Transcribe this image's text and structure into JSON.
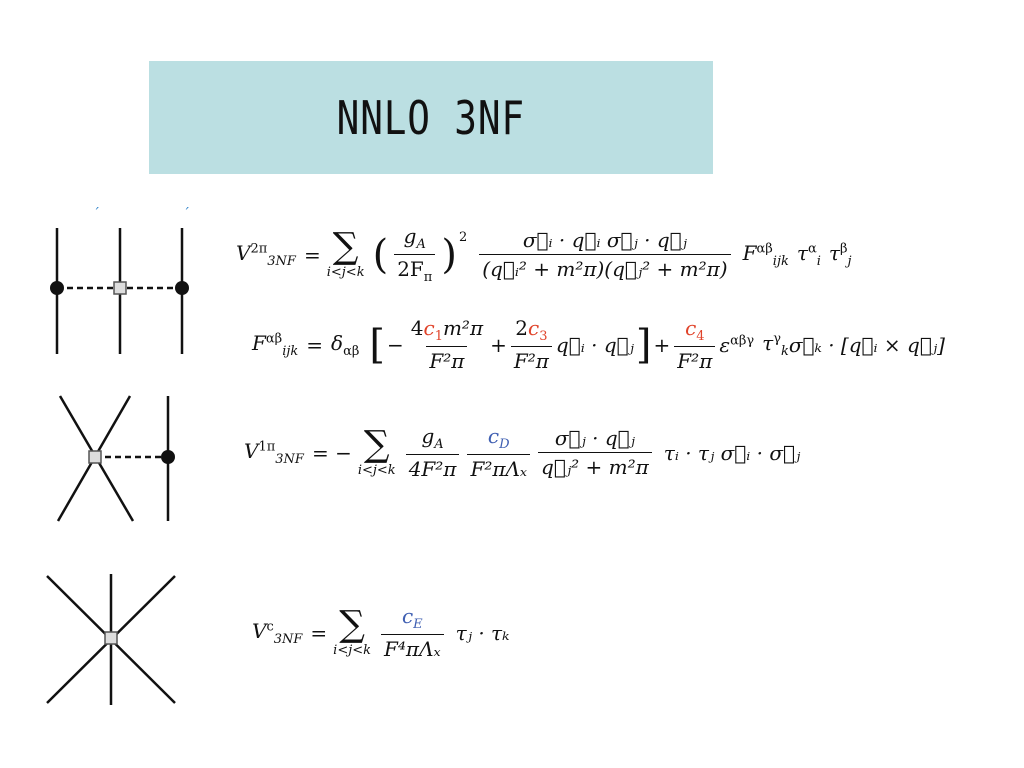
{
  "slide": {
    "title": "NNLO  3NF",
    "colors": {
      "title_bg": "#bbdfe2",
      "highlight_red": "#e0432a",
      "highlight_blue": "#3f5fb2"
    }
  },
  "equations": {
    "v2pi": {
      "symbol": "V",
      "sup": "2π",
      "sub": "3NF",
      "sum_limits": "i<j<k",
      "coef_num": "g",
      "coef_num_sub": "A",
      "coef_den": "2F",
      "coef_den_sub": "π",
      "power": "2",
      "frac_num": "σ⃗ᵢ · q⃗ᵢ  σ⃗ⱼ · q⃗ⱼ",
      "frac_den": "(q⃗ᵢ² + m²π)(q⃗ⱼ² + m²π)",
      "tail": "F",
      "tail_sup": "αβ",
      "tail_sub": "ijk",
      "tau1": "τ",
      "tau1_sup": "α",
      "tau1_sub": "i",
      "tau2": "τ",
      "tau2_sup": "β",
      "tau2_sub": "j"
    },
    "f_def": {
      "symbol": "F",
      "sup": "αβ",
      "sub": "ijk",
      "delta": "δ",
      "delta_sub": "αβ",
      "c1": "c",
      "c1_sub": "1",
      "c1_num_pre": "4",
      "c1_num_post": "m²π",
      "c1_den": "F²π",
      "c3": "c",
      "c3_sub": "3",
      "c3_num_pre": "2",
      "c3_den": "F²π",
      "c3_post": "q⃗ᵢ · q⃗ⱼ",
      "c4": "c",
      "c4_sub": "4",
      "c4_den": "F²π",
      "c4_post": "ε",
      "c4_post_sup": "αβγ",
      "c4_tail": "τ",
      "c4_tail_sup": "γ",
      "c4_tail_sub": "k",
      "c4_cross": "σ⃗ₖ · [q⃗ᵢ × q⃗ⱼ]"
    },
    "v1pi": {
      "symbol": "V",
      "sup": "1π",
      "sub": "3NF",
      "sum_limits": "i<j<k",
      "ga_num": "g",
      "ga_num_sub": "A",
      "ga_den": "4F²π",
      "cd": "c",
      "cd_sub": "D",
      "cd_den": "F²πΛₓ",
      "frac_num": "σ⃗ⱼ · q⃗ⱼ",
      "frac_den": "q⃗ⱼ² + m²π",
      "tail": "τᵢ · τⱼ  σ⃗ᵢ · σ⃗ⱼ"
    },
    "vc": {
      "symbol": "V",
      "sup": "c",
      "sub": "3NF",
      "sum_limits": "i<j<k",
      "ce": "c",
      "ce_sub": "E",
      "ce_den": "F⁴πΛₓ",
      "tail": "τⱼ · τₖ"
    }
  },
  "diagrams": {
    "two_pion": "two-pion-exchange diagram",
    "one_pion": "one-pion-exchange contact diagram",
    "contact": "three-nucleon contact diagram"
  }
}
